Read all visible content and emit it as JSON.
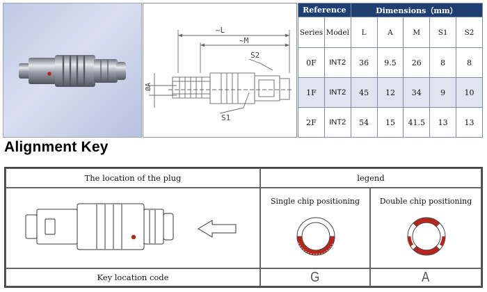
{
  "spec": {
    "reference_header": "Reference",
    "dimensions_header": "Dimensions（mm）",
    "columns": [
      "Series",
      "Model",
      "L",
      "A",
      "M",
      "S1",
      "S2"
    ],
    "rows": [
      {
        "series": "0F",
        "model": "INT2",
        "L": "36",
        "A": "9.5",
        "M": "26",
        "S1": "8",
        "S2": "8"
      },
      {
        "series": "1F",
        "model": "INT2",
        "L": "45",
        "A": "12",
        "M": "34",
        "S1": "9",
        "S2": "10"
      },
      {
        "series": "2F",
        "model": "INT2",
        "L": "54",
        "A": "15",
        "M": "41.5",
        "S1": "13",
        "S2": "13"
      }
    ]
  },
  "drawing": {
    "label_L": "~L",
    "label_M": "~M",
    "label_S2": "S2",
    "label_S1": "S1",
    "label_A": "ØA"
  },
  "alignment": {
    "title": "Alignment Key",
    "location_header": "The location of the plug",
    "legend_header": "legend",
    "single_label": "Single chip positioning",
    "double_label": "Double chip positioning",
    "code_label": "Key location code",
    "single_code": "G",
    "double_code": "A"
  },
  "colors": {
    "header_blue": "#1f3f73",
    "shade_row": "#dfe4ef",
    "key_red": "#b5271c"
  }
}
